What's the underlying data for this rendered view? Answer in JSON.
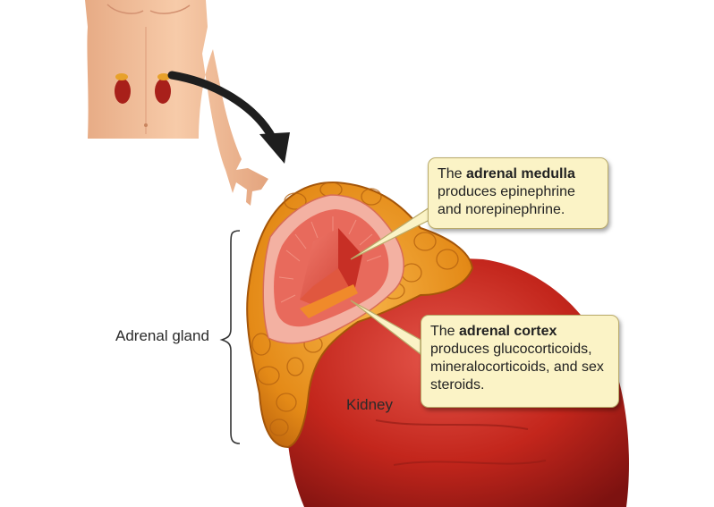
{
  "labels": {
    "adrenal_gland": "Adrenal gland",
    "kidney": "Kidney"
  },
  "callouts": {
    "medulla": {
      "prefix": "The ",
      "term": "adrenal medulla",
      "rest": " produces epinephrine and norepinephrine."
    },
    "cortex": {
      "prefix": "The ",
      "term": "adrenal cortex",
      "rest": " produces glucocorticoids, mineralocorticoids, and sex steroids."
    }
  },
  "colors": {
    "callout_fill": "#fbf3c6",
    "callout_border": "#b9aa6a",
    "kidney_red": "#c3261c",
    "gland_orange": "#e48a17",
    "skin": "#f3c19d"
  }
}
